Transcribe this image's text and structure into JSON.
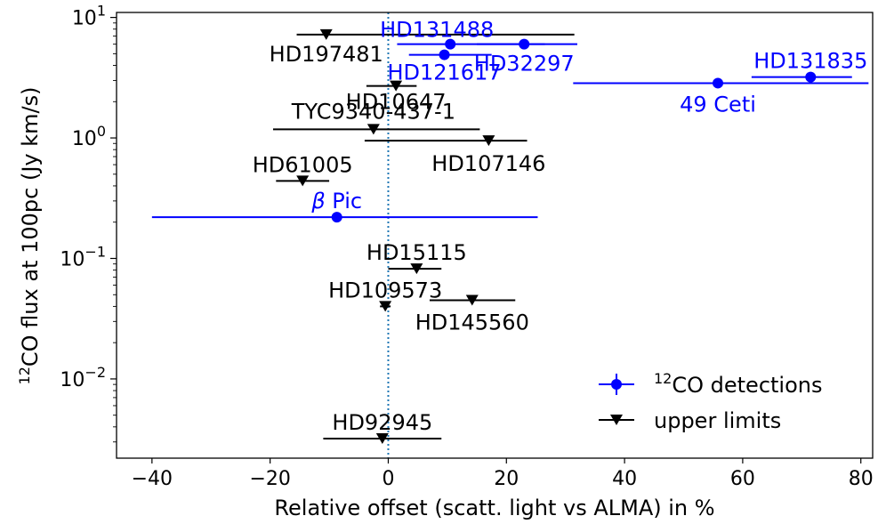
{
  "chart_data": {
    "type": "scatter",
    "xlabel": "Relative offset (scatt. light vs ALMA) in %",
    "ylabel": "¹²CO flux at 100pc (Jy km/s)",
    "xlim": [
      -46,
      82
    ],
    "ylim": [
      0.0022,
      11
    ],
    "y_scale": "log",
    "x_ticks": [
      -40,
      -20,
      0,
      20,
      40,
      60,
      80
    ],
    "x_tick_labels": [
      "−40",
      "−20",
      "0",
      "20",
      "40",
      "60",
      "80"
    ],
    "y_ticks": [
      0.01,
      0.1,
      1,
      10
    ],
    "y_tick_bases": [
      "10",
      "10",
      "10",
      "10"
    ],
    "y_tick_exps": [
      "−2",
      "−1",
      "0",
      "1"
    ],
    "reference_line_x": 0,
    "colors": {
      "detections": "#0000ff",
      "upper_limits": "#000000",
      "reference_line": "#1f77b4"
    },
    "legend": {
      "position": "lower-right",
      "entries": [
        {
          "prefix": "12",
          "text": "CO detections",
          "marker": "circle",
          "color": "#0000ff"
        },
        {
          "prefix": "",
          "text": "upper limits",
          "marker": "triangle-down",
          "color": "#000000"
        }
      ]
    },
    "series": [
      {
        "name": "12CO detections",
        "marker": "circle",
        "points": [
          {
            "label": "HD131488",
            "x": 10.5,
            "xerr_low": 9.0,
            "xerr_high": 16.0,
            "y": 6.0
          },
          {
            "label": "HD32297",
            "x": 23.0,
            "xerr_low": 8.0,
            "xerr_high": 9.0,
            "y": 6.0
          },
          {
            "label": "HD121617",
            "x": 9.5,
            "xerr_low": 6.0,
            "xerr_high": 8.0,
            "y": 4.9
          },
          {
            "label": "HD131835",
            "x": 71.5,
            "xerr_low": 10.0,
            "xerr_high": 7.0,
            "y": 3.2
          },
          {
            "label": "49 Ceti",
            "x": 55.8,
            "xerr_low": 24.5,
            "xerr_high": 25.5,
            "y": 2.85
          },
          {
            "label": "β Pic",
            "x": -8.7,
            "xerr_low": 31.3,
            "xerr_high": 34.0,
            "y": 0.22
          }
        ]
      },
      {
        "name": "upper limits",
        "marker": "triangle-down",
        "points": [
          {
            "label": "HD197481",
            "x": -10.5,
            "xerr_low": 5.0,
            "xerr_high": 42.0,
            "y": 7.2
          },
          {
            "label": "HD10647",
            "x": 1.3,
            "xerr_low": 5.0,
            "xerr_high": 3.5,
            "y": 2.7
          },
          {
            "label": "TYC9340-437-1",
            "x": -2.5,
            "xerr_low": 17.0,
            "xerr_high": 18.0,
            "y": 1.18
          },
          {
            "label": "HD107146",
            "x": 17.0,
            "xerr_low": 21.0,
            "xerr_high": 6.5,
            "y": 0.95
          },
          {
            "label": "HD61005",
            "x": -14.5,
            "xerr_low": 4.5,
            "xerr_high": 4.5,
            "y": 0.44
          },
          {
            "label": "HD15115",
            "x": 4.8,
            "xerr_low": 4.8,
            "xerr_high": 4.2,
            "y": 0.082
          },
          {
            "label": "HD145560",
            "x": 14.2,
            "xerr_low": 7.2,
            "xerr_high": 7.3,
            "y": 0.045
          },
          {
            "label": "HD109573",
            "x": -0.5,
            "xerr_low": 0.9,
            "xerr_high": 0.9,
            "y": 0.04
          },
          {
            "label": "HD92945",
            "x": -1.0,
            "xerr_low": 10.0,
            "xerr_high": 10.0,
            "y": 0.0032
          }
        ]
      }
    ]
  }
}
